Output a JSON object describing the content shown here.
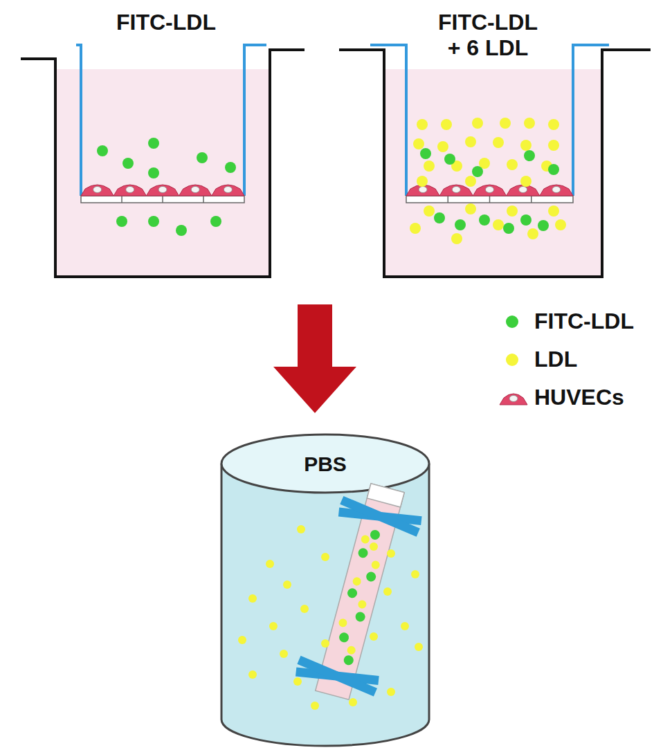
{
  "diagram": {
    "nodes": [
      {
        "text": [
          "FITC-LDL"
        ]
      },
      {
        "text": [
          "FITC-LDL + 6 LDL"
        ]
      },
      {
        "text": [
          "PBS"
        ]
      }
    ],
    "legend": [
      {
        "text": "FITC-LDL",
        "color": "#3ccf3c"
      },
      {
        "text": "LDL",
        "color": "#f5f53a"
      },
      {
        "text": "HUVECs"
      }
    ]
  }
}
